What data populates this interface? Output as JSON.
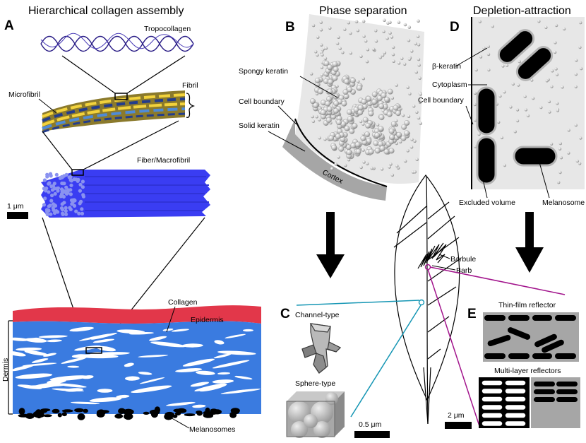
{
  "titles": {
    "a": "Hierarchical collagen assembly",
    "b": "Phase separation",
    "d": "Depletion-attraction"
  },
  "panels": {
    "a": "A",
    "b": "B",
    "c": "C",
    "d": "D",
    "e": "E"
  },
  "labels_a": {
    "tropocollagen": "Tropocollagen",
    "microfibril": "Microfibril",
    "fibril": "Fibril",
    "fiber": "Fiber/Macrofibril",
    "scale": "1 μm",
    "collagen": "Collagen",
    "epidermis": "Epidermis",
    "dermis": "Dermis",
    "melanosomes": "Melanosomes"
  },
  "labels_b": {
    "spongy": "Spongy keratin",
    "cellb": "Cell boundary",
    "solid": "Solid keratin",
    "cortex": "Cortex"
  },
  "labels_d": {
    "bkeratin": "β-keratin",
    "cytoplasm": "Cytoplasm",
    "cellb": "Cell boundary",
    "excluded": "Excluded volume",
    "melanosome": "Melanosome"
  },
  "labels_feather": {
    "barbule": "Barbule",
    "barb": "Barb"
  },
  "labels_c": {
    "channel": "Channel-type",
    "sphere": "Sphere-type",
    "scale": "0.5 μm"
  },
  "labels_e": {
    "thin": "Thin-film reflector",
    "multi": "Multi-layer reflectors",
    "scale": "2 μm"
  },
  "colors": {
    "dermis_blue": "#3a7be0",
    "epidermis_red": "#e2374a",
    "fiber_blue": "#3a3df2",
    "fibril_yellow": "#f2d23c",
    "fibril_navy": "#233c8c",
    "cyan_line": "#1596b4",
    "magenta_line": "#a2148c",
    "cell_gray": "#e7e7e7",
    "cortex_gray": "#a6a6a6"
  }
}
